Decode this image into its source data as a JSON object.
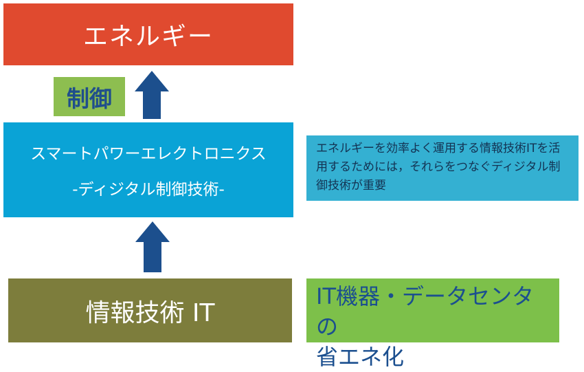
{
  "energy": {
    "label": "エネルギー"
  },
  "control": {
    "label": "制御"
  },
  "power_electronics": {
    "line1": "スマートパワーエレクトロニクス",
    "line2": "-ディジタル制御技術-"
  },
  "note": {
    "text": "エネルギーを効率よく運用する情報技術ITを活用するためには，それらをつなぐディジタル制御技術が重要"
  },
  "it": {
    "label": "情報技術 IT"
  },
  "it_saving": {
    "line1": "IT機器・データセンタの",
    "line2": "省エネ化"
  },
  "colors": {
    "energy": "#e04a2f",
    "control": "#8dbe50",
    "power_electronics": "#0aa3d6",
    "note": "#34b0d2",
    "it": "#7d7d3c",
    "it_saving": "#7dc04a",
    "arrow": "#1c4f8d"
  }
}
